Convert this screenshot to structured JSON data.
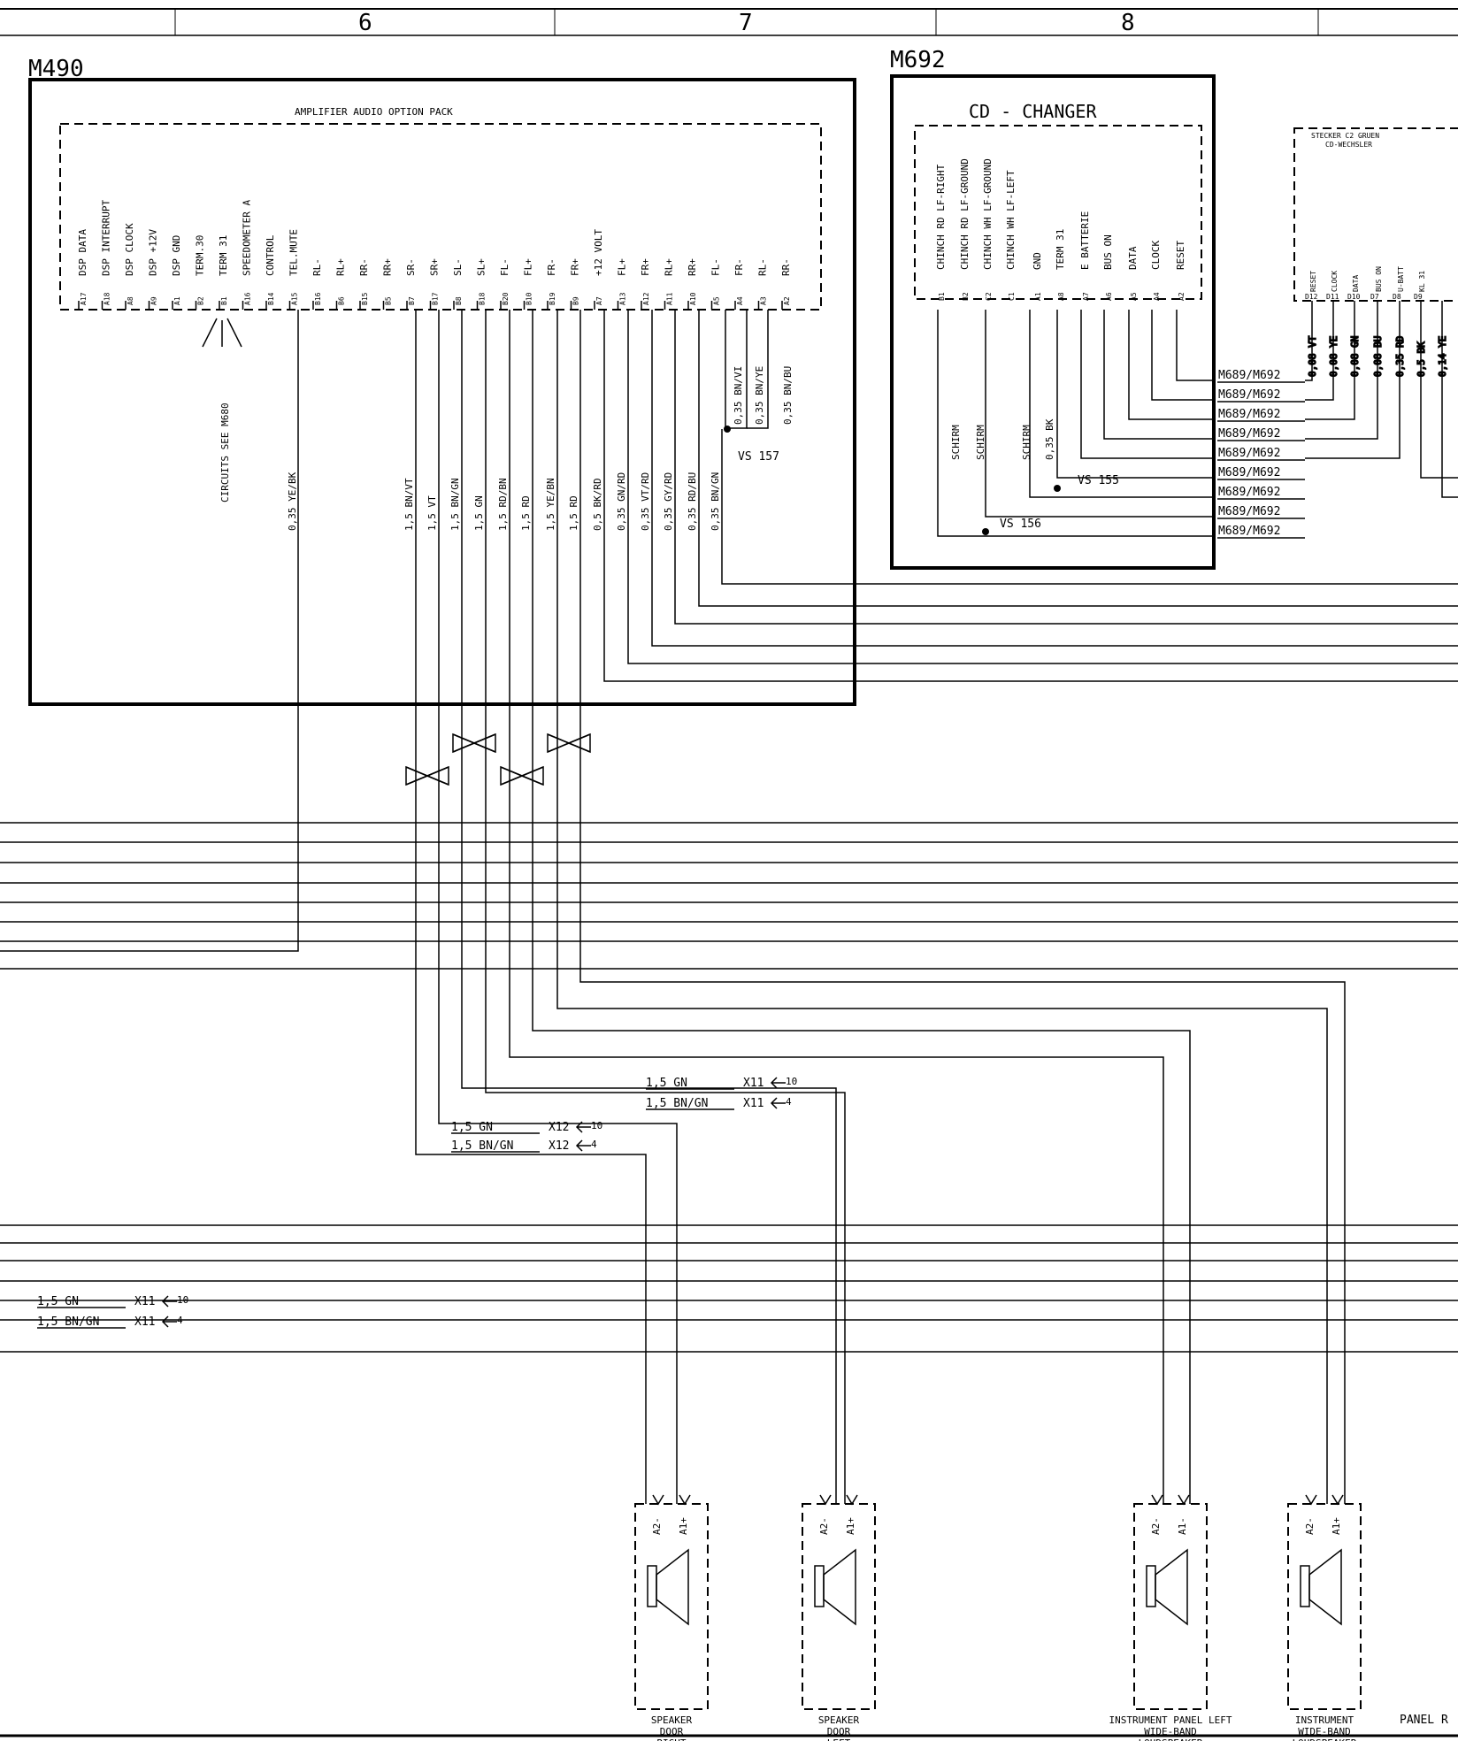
{
  "grid": {
    "cols": [
      "6",
      "7",
      "8"
    ]
  },
  "amplifier": {
    "ref": "M490",
    "title": "AMPLIFIER AUDIO OPTION PACK",
    "pins": [
      {
        "pin": "A17",
        "name": "DSP DATA"
      },
      {
        "pin": "A18",
        "name": "DSP INTERRUPT"
      },
      {
        "pin": "A8",
        "name": "DSP CLOCK"
      },
      {
        "pin": "A9",
        "name": "DSP +12V"
      },
      {
        "pin": "A1",
        "name": "DSP GND"
      },
      {
        "pin": "B2",
        "name": "TERM.30"
      },
      {
        "pin": "B1",
        "name": "TERM 31"
      },
      {
        "pin": "A16",
        "name": "SPEEDOMETER A"
      },
      {
        "pin": "B14",
        "name": "CONTROL"
      },
      {
        "pin": "A15",
        "name": "TEL.MUTE"
      },
      {
        "pin": "B16",
        "name": "RL-"
      },
      {
        "pin": "B6",
        "name": "RL+"
      },
      {
        "pin": "B15",
        "name": "RR-"
      },
      {
        "pin": "B5",
        "name": "RR+"
      },
      {
        "pin": "B7",
        "name": "SR-"
      },
      {
        "pin": "B17",
        "name": "SR+"
      },
      {
        "pin": "B8",
        "name": "SL-"
      },
      {
        "pin": "B18",
        "name": "SL+"
      },
      {
        "pin": "B20",
        "name": "FL-"
      },
      {
        "pin": "B10",
        "name": "FL+"
      },
      {
        "pin": "B19",
        "name": "FR-"
      },
      {
        "pin": "B9",
        "name": "FR+"
      },
      {
        "pin": "A7",
        "name": "+12 VOLT"
      },
      {
        "pin": "A13",
        "name": "FL+"
      },
      {
        "pin": "A12",
        "name": "FR+"
      },
      {
        "pin": "A11",
        "name": "RL+"
      },
      {
        "pin": "A10",
        "name": "RR+"
      },
      {
        "pin": "A5",
        "name": "FL-"
      },
      {
        "pin": "A4",
        "name": "FR-"
      },
      {
        "pin": "A3",
        "name": "RL-"
      },
      {
        "pin": "A2",
        "name": "RR-"
      }
    ],
    "circuits_note": "CIRCUITS SEE M680",
    "wire_a15": "0,35 YE/BK",
    "wires": [
      "1,5 BN/VT",
      "1,5 VT",
      "1,5 BN/GN",
      "1,5 GN",
      "1,5 RD/BN",
      "1,5 RD",
      "1,5 YE/BN",
      "1,5 RD",
      "0,5 BK/RD",
      "0,35 GN/RD",
      "0,35 VT/RD",
      "0,35 GY/RD",
      "0,35 RD/BU",
      "0,35 BN/GN"
    ],
    "top_wires": [
      "0,35 BN/VI",
      "0,35 BN/YE",
      "0,35 BN/BU"
    ],
    "splice": "VS 157"
  },
  "cd_changer": {
    "ref": "M692",
    "title": "CD - CHANGER",
    "pins": [
      {
        "pin": "B1",
        "name": "CHINCH RD LF-RIGHT"
      },
      {
        "pin": "B2",
        "name": "CHINCH RD LF-GROUND"
      },
      {
        "pin": "C2",
        "name": "CHINCH WH LF-GROUND"
      },
      {
        "pin": "C1",
        "name": "CHINCH WH LF-LEFT"
      },
      {
        "pin": "A1",
        "name": "GND"
      },
      {
        "pin": "A8",
        "name": "TERM 31"
      },
      {
        "pin": "A7",
        "name": "E BATTERIE"
      },
      {
        "pin": "A6",
        "name": "BUS ON"
      },
      {
        "pin": "A5",
        "name": "DATA"
      },
      {
        "pin": "A4",
        "name": "CLOCK"
      },
      {
        "pin": "A2",
        "name": "RESET"
      }
    ],
    "shields": [
      "SCHIRM",
      "SCHIRM",
      "SCHIRM"
    ],
    "wire_a1": "0,35 BK",
    "splices": [
      "VS 155",
      "VS 156"
    ],
    "connector_labels": [
      "M689/M692",
      "M689/M692",
      "M689/M692",
      "M689/M692",
      "M689/M692",
      "M689/M692",
      "M689/M692",
      "M689/M692",
      "M689/M692"
    ]
  },
  "plug": {
    "title1": "STECKER C2 GRUEN",
    "title2": "CD-WECHSLER",
    "pins": [
      {
        "pin": "D12",
        "name": "RESET"
      },
      {
        "pin": "D11",
        "name": "CLOCK"
      },
      {
        "pin": "D10",
        "name": "DATA"
      },
      {
        "pin": "D7",
        "name": "BUS ON"
      },
      {
        "pin": "D8",
        "name": "U-BATT"
      },
      {
        "pin": "D9",
        "name": "KL 31"
      }
    ],
    "wires": [
      "0,08 VT",
      "0,08 YE",
      "0,08 GN",
      "0,08 BU",
      "0,35 RD",
      "0,5 BK",
      "0,14 YE"
    ]
  },
  "connectors": [
    {
      "wire": "1,5 GN",
      "conn": "X11",
      "pin": "10"
    },
    {
      "wire": "1,5 BN/GN",
      "conn": "X11",
      "pin": "4"
    },
    {
      "wire": "1,5 GN",
      "conn": "X12",
      "pin": "10"
    },
    {
      "wire": "1,5 BN/GN",
      "conn": "X12",
      "pin": "4"
    },
    {
      "wire": "1,5 GN",
      "conn": "X11",
      "pin": "10"
    },
    {
      "wire": "1,5 BN/GN",
      "conn": "X11",
      "pin": "4"
    }
  ],
  "speakers": [
    {
      "pins": [
        "A2-",
        "A1+"
      ],
      "label": [
        "SPEAKER",
        "DOOR",
        "RIGHT"
      ]
    },
    {
      "pins": [
        "A2-",
        "A1+"
      ],
      "label": [
        "SPEAKER",
        "DOOR",
        "LEFT"
      ]
    },
    {
      "pins": [
        "A2-",
        "A1-"
      ],
      "label": [
        "INSTRUMENT PANEL LEFT",
        "WIDE-BAND",
        "LOUDSPEAKER"
      ]
    },
    {
      "pins": [
        "A2-",
        "A1+"
      ],
      "label": [
        "INSTRUMENT",
        "WIDE-BAND",
        "LOUDSPEAKER"
      ]
    }
  ],
  "panel_fragment": "PANEL R"
}
